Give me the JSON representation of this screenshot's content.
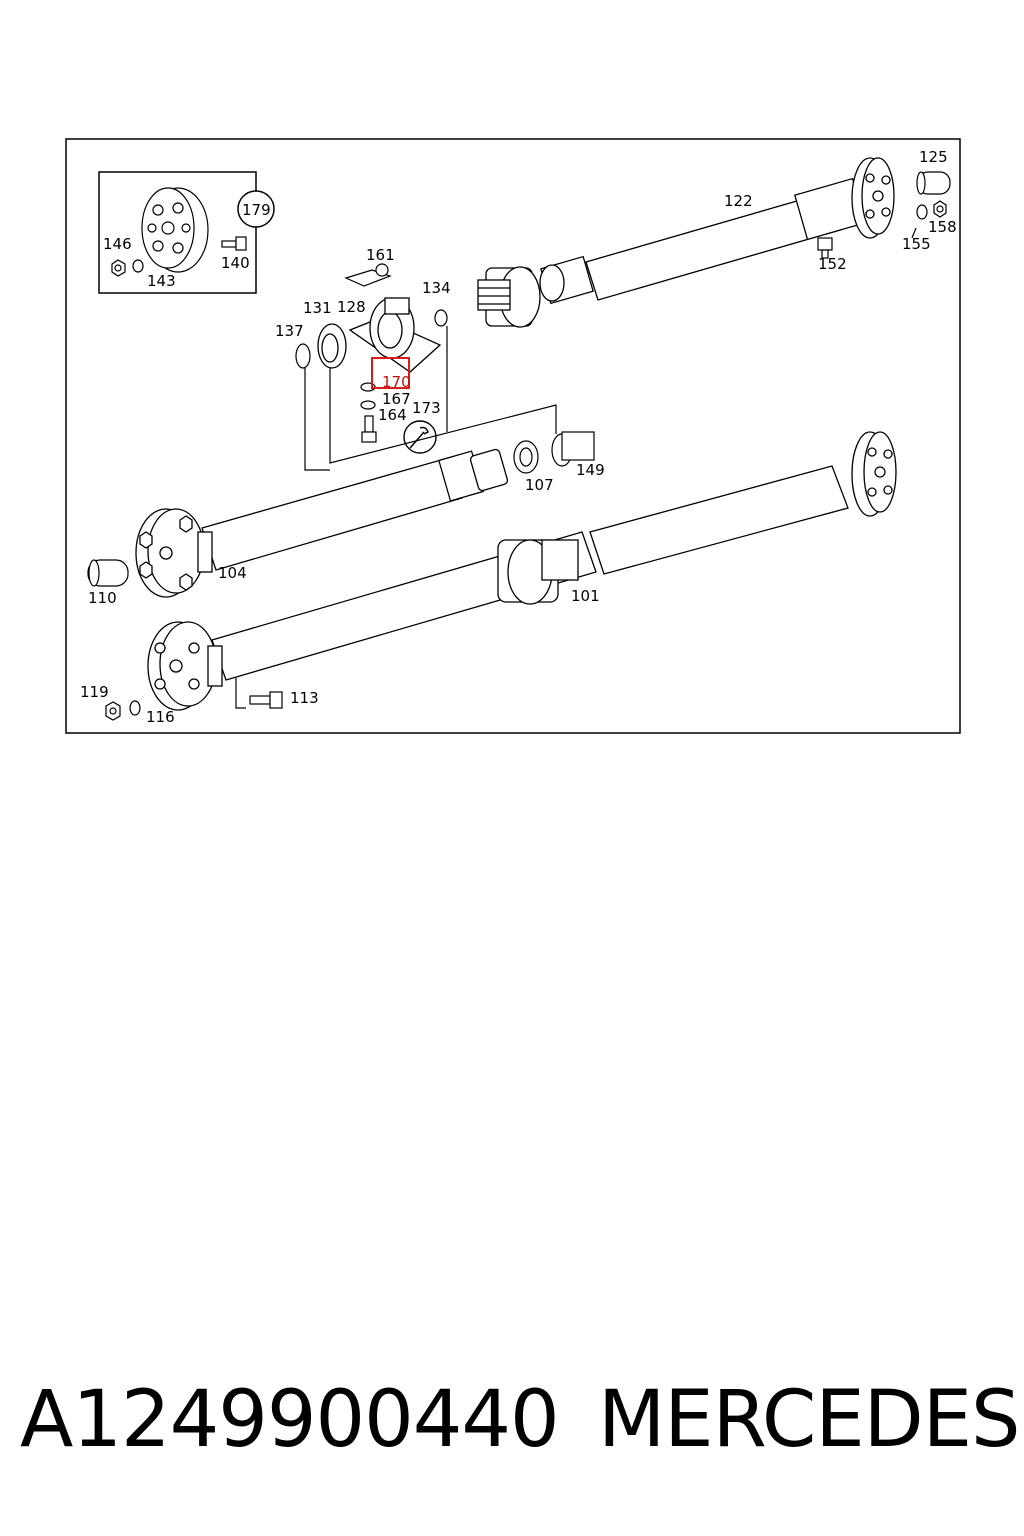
{
  "diagram": {
    "callouts": {
      "c101": "101",
      "c104": "104",
      "c107": "107",
      "c110": "110",
      "c113": "113",
      "c116": "116",
      "c119": "119",
      "c122": "122",
      "c125": "125",
      "c128": "128",
      "c131": "131",
      "c134": "134",
      "c137": "137",
      "c140": "140",
      "c143": "143",
      "c146": "146",
      "c149": "149",
      "c152": "152",
      "c155": "155",
      "c158": "158",
      "c161": "161",
      "c164": "164",
      "c167": "167",
      "c170": "170",
      "c173": "173",
      "c179": "179"
    },
    "highlighted_callout": "170",
    "highlight_color": "#d81b1b"
  },
  "footer": {
    "part_number": "A1249900440",
    "brand": "MERCEDES"
  }
}
